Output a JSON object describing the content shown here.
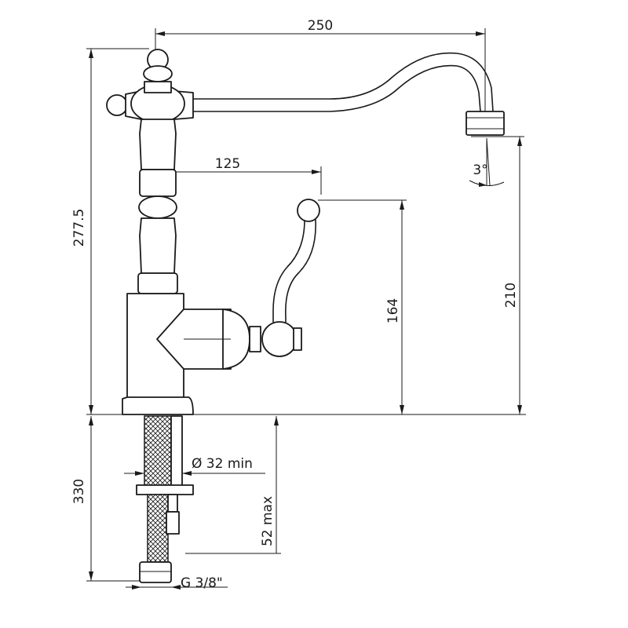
{
  "drawing": {
    "subject": "faucet-technical-drawing",
    "colors": {
      "line": "#1a1a1a",
      "background": "#ffffff"
    }
  },
  "dimensions": {
    "spout_reach": "250",
    "handle_offset": "125",
    "total_height": "277.5",
    "spout_height": "210",
    "handle_height": "164",
    "tilt_angle": "3°",
    "hole_diameter": "Ø 32 min",
    "under_counter_length": "330",
    "max_thickness": "52 max",
    "thread": "G 3/8\""
  }
}
